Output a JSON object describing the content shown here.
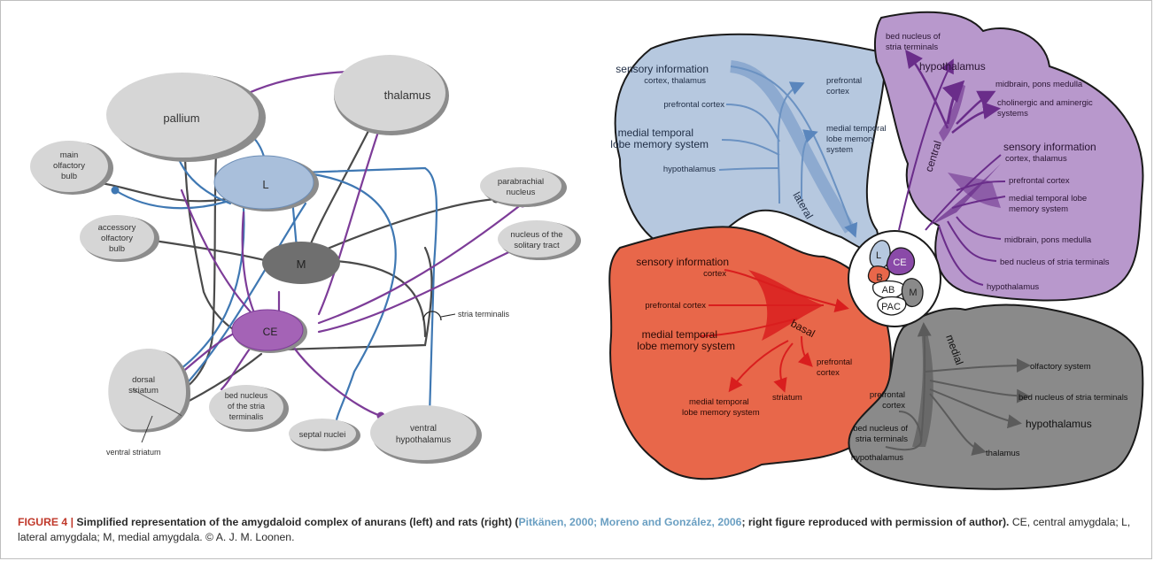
{
  "left": {
    "regions": {
      "pallium": "pallium",
      "thalamus": "thalamus",
      "main_olfactory_bulb": [
        "main",
        "olfactory",
        "bulb"
      ],
      "L": "L",
      "parabrachial_nucleus": [
        "parabrachial",
        "nucleus"
      ],
      "accessory_olfactory_bulb": [
        "accessory",
        "olfactory",
        "bulb"
      ],
      "M": "M",
      "nucleus_solitary_tract": [
        "nucleus of the",
        "solitary tract"
      ],
      "CE": "CE",
      "stria_terminalis": "stria terminalis",
      "dorsal_striatum": [
        "dorsal",
        "striatum"
      ],
      "bed_nucleus": [
        "bed nucleus",
        "of the stria",
        "terminalis"
      ],
      "septal_nuclei": "septal nuclei",
      "ventral_hypothalamus": [
        "ventral",
        "hypothalamus"
      ],
      "ventral_striatum": "ventral striatum"
    }
  },
  "right": {
    "lateral": {
      "name": "lateral",
      "inputs": [
        "sensory information",
        "cortex, thalamus",
        "prefrontal cortex",
        "medial temporal",
        "lobe memory system",
        "hypothalamus"
      ],
      "outputs": [
        "prefrontal",
        "cortex",
        "medial temporal",
        "lobe memory",
        "system"
      ]
    },
    "central": {
      "name": "central",
      "outputs_top": [
        "bed nucleus of",
        "stria terminals",
        "hypothalamus",
        "midbrain, pons medulla",
        "cholinergic and aminergic",
        "systems"
      ],
      "inputs": [
        "sensory information",
        "cortex, thalamus",
        "prefrontal cortex",
        "medial temporal lobe",
        "memory system",
        "midbrain, pons medulla",
        "bed nucleus of stria terminals",
        "hypothalamus"
      ]
    },
    "basal": {
      "name": "basal",
      "inputs": [
        "sensory information",
        "cortex",
        "prefrontal cortex",
        "medial temporal",
        "lobe memory system"
      ],
      "outputs": [
        "prefrontal",
        "cortex",
        "striatum",
        "medial temporal",
        "lobe memory system"
      ]
    },
    "medial": {
      "name": "medial",
      "inputs": [
        "prefrontal",
        "cortex",
        "bed nucleus of",
        "stria terminals",
        "hypothalamus"
      ],
      "outputs": [
        "olfactory system",
        "bed nucleus of stria terminals",
        "hypothalamus",
        "thalamus"
      ]
    },
    "nuclei": {
      "L": "L",
      "CE": "CE",
      "B": "B",
      "AB": "AB",
      "M": "M",
      "PAC": "PAC"
    }
  },
  "colors": {
    "blue_pathway": "#3f78b3",
    "purple_pathway": "#7d3c98",
    "gray_pathway": "#4a4a4a",
    "lateral_fill": "#b6c8df",
    "central_fill": "#b898cc",
    "basal_fill": "#e8674a",
    "medial_fill": "#8a8a8a"
  },
  "caption": {
    "figure_no": "FIGURE 4 |",
    "bold_text": " Simplified representation of the amygdaloid complex of anurans (left) and rats (right) (",
    "citations": "Pitkänen, 2000; Moreno and González, 2006",
    "bold_text_2": "; right figure reproduced with permission of author).",
    "rest": " CE, central amygdala; L, lateral amygdala; M, medial amygdala. © A. J. M. Loonen."
  }
}
